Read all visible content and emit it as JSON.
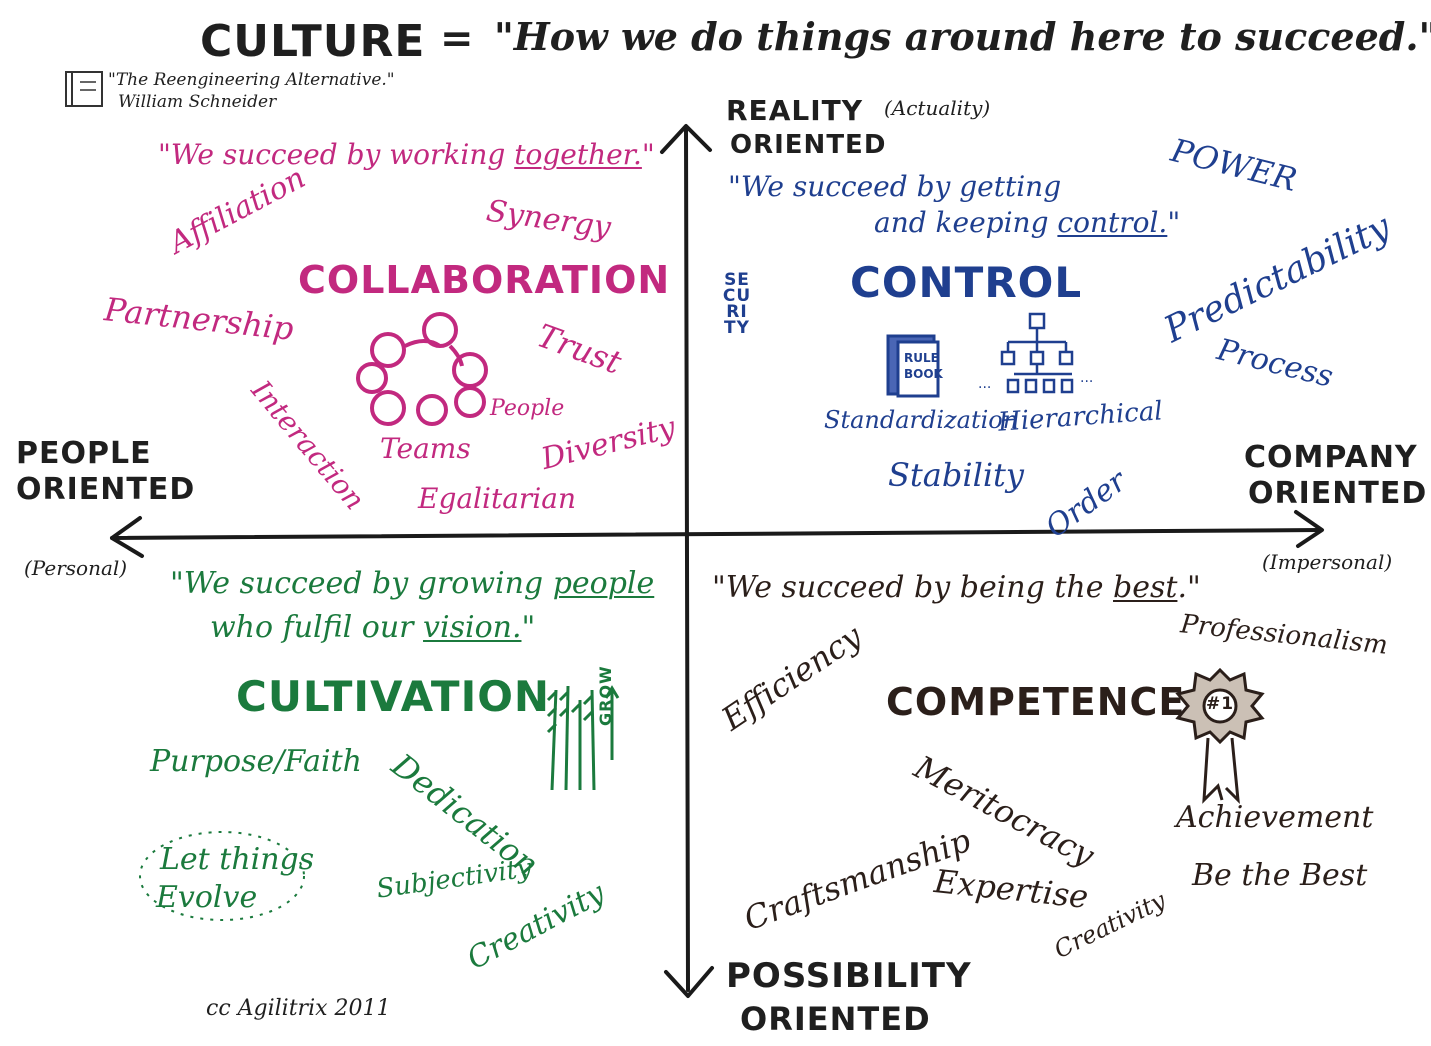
{
  "header": {
    "title_left": "CULTURE",
    "equals": "=",
    "title_right": "\"How we do things around here to succeed.\"",
    "source_line1": "\"The Reengineering Alternative.\"",
    "source_line2": "William Schneider"
  },
  "axes": {
    "top_label_1": "REALITY",
    "top_label_note": "(Actuality)",
    "top_label_2": "ORIENTED",
    "bottom_label_1": "POSSIBILITY",
    "bottom_label_2": "ORIENTED",
    "left_label_1": "PEOPLE",
    "left_label_2": "ORIENTED",
    "left_note": "(Personal)",
    "right_label_1": "COMPANY",
    "right_label_2": "ORIENTED",
    "right_note": "(Impersonal)"
  },
  "quadrants": {
    "collaboration": {
      "quote_pre": "\"We succeed by working ",
      "quote_underlined": "together.",
      "quote_post": "\"",
      "title": "COLLABORATION",
      "words": {
        "affiliation": "Affiliation",
        "synergy": "Synergy",
        "partnership": "Partnership",
        "trust": "Trust",
        "interaction": "Interaction",
        "people": "People",
        "teams": "Teams",
        "diversity": "Diversity",
        "egalitarian": "Egalitarian"
      },
      "color": "#c2297f"
    },
    "control": {
      "quote_line1": "\"We succeed by getting",
      "quote_line2_pre": "and keeping ",
      "quote_line2_underlined": "control.",
      "quote_line2_post": "\"",
      "title": "CONTROL",
      "words": {
        "power": "POWER",
        "predictability": "Predictability",
        "process": "Process",
        "security": "SECURITY",
        "rule_book": "RULE BOOK",
        "standardization": "Standardization",
        "hierarchical": "Hierarchical",
        "stability": "Stability",
        "order": "Order"
      },
      "color": "#1f3f8f"
    },
    "cultivation": {
      "quote_line1_pre": "\"We succeed by growing ",
      "quote_line1_underlined": "people",
      "quote_line2_pre": "who fulfil our ",
      "quote_line2_underlined": "vision.",
      "quote_line2_post": "\"",
      "title": "CULTIVATION",
      "grow": "GROW",
      "words": {
        "purpose": "Purpose/Faith",
        "dedication": "Dedication",
        "let_things": "Let things",
        "evolve": "Evolve",
        "subjectivity": "Subjectivity",
        "creativity": "Creativity"
      },
      "color": "#1b7a3d"
    },
    "competence": {
      "quote_pre": "\"We succeed by being the ",
      "quote_underlined": "best",
      "quote_post": ".\"",
      "title": "COMPETENCE",
      "badge": "#1",
      "words": {
        "efficiency": "Efficiency",
        "professionalism": "Professionalism",
        "meritocracy": "Meritocracy",
        "achievement": "Achievement",
        "craftsmanship": "Craftsmanship",
        "expertise": "Expertise",
        "creativity": "Creativity",
        "be_the_best": "Be the Best"
      },
      "color": "#2b1f1a"
    }
  },
  "footer": {
    "credit": "cc Agilitrix 2011"
  }
}
